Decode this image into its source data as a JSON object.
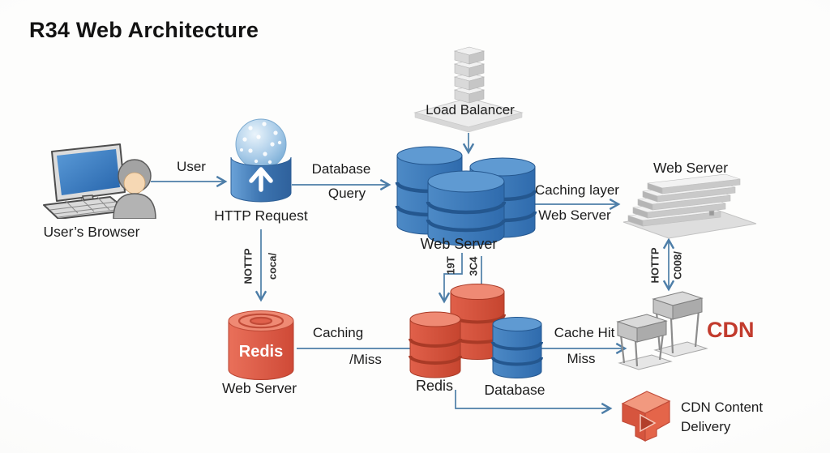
{
  "title": "R34 Web Architecture",
  "nodes": {
    "users_browser": {
      "label": "User’s Browser"
    },
    "http_request": {
      "label": "HTTP Request"
    },
    "load_balancer": {
      "label": "Load Balancer"
    },
    "web_server_db": {
      "label": "Web Server"
    },
    "web_server_stack": {
      "label": "Web Server"
    },
    "redis_cache": {
      "body": "Redis",
      "label": "Web Server"
    },
    "redis_cluster": {
      "label": "Redis"
    },
    "database": {
      "label": "Database"
    },
    "cdn": {
      "label": "CDN"
    },
    "cdn_content": {
      "label": "CDN Content Delivery"
    }
  },
  "edges": {
    "user_request": {
      "label": "User"
    },
    "database_query": {
      "top": "Database",
      "bottom": "Query"
    },
    "caching_layer": {
      "top": "Caching layer",
      "bottom": "Web Server"
    },
    "http_to_redis": {
      "left": "NOTTP",
      "right": "coca/"
    },
    "caching_miss": {
      "top": "Caching",
      "bottom": "/Miss"
    },
    "ws_to_redis": {
      "label": "19T"
    },
    "ws_to_db": {
      "label": "3C4"
    },
    "cache_hit": {
      "top": "Cache Hit",
      "bottom": "Miss"
    },
    "ws_to_cdn": {
      "left": "HOTTP",
      "right": "C008/"
    }
  },
  "colors": {
    "arrow": "#4d7ea8",
    "cdn_text": "#c23b2d",
    "blue_db": "#3a76b4",
    "red_db": "#d5513d",
    "gray_server": "#cccccc"
  }
}
